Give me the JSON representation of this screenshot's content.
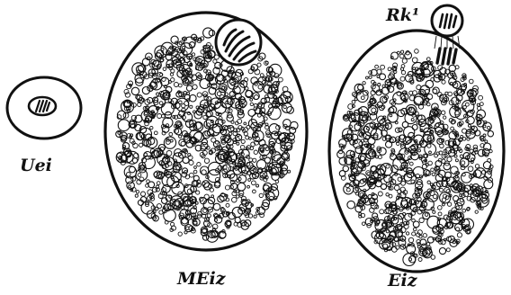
{
  "figure": {
    "labels": {
      "uei": "Uei",
      "meiz": "MEiz",
      "eiz": "Eiz",
      "rk": "Rk¹"
    },
    "colors": {
      "ink": "#111111",
      "paper": "#ffffff"
    }
  }
}
